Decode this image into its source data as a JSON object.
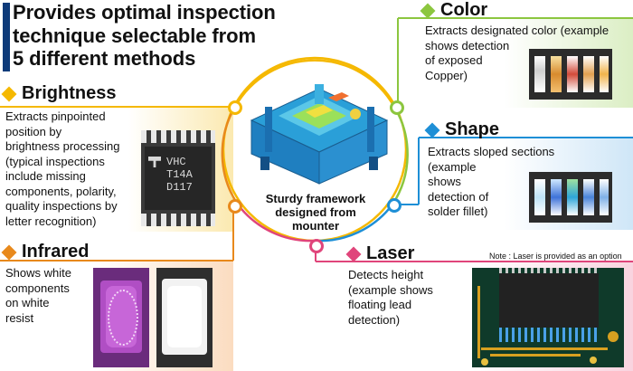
{
  "title": {
    "line1": "Provides optimal inspection",
    "line2": "technique selectable from",
    "line3": "5 different methods"
  },
  "center": {
    "line1": "Sturdy framework",
    "line2": "designed from",
    "line3": "mounter"
  },
  "brightness": {
    "heading": "Brightness",
    "color": "#f5b800",
    "lines": [
      "Extracts pinpointed position by",
      "brightness processing",
      "(typical inspections",
      "include missing",
      "components, polarity,",
      "quality inspections by",
      "letter recognition)"
    ],
    "chip_text": [
      "VHC",
      "T14A",
      "D117"
    ]
  },
  "infrared": {
    "heading": "Infrared",
    "color": "#e8891c",
    "lines": [
      "Shows white",
      "components",
      "on white",
      "resist"
    ]
  },
  "color": {
    "heading": "Color",
    "color": "#8cc63f",
    "lines": [
      "Extracts designated color (example",
      "shows detection",
      "of exposed",
      "Copper)"
    ]
  },
  "shape": {
    "heading": "Shape",
    "color": "#1e8fd6",
    "lines": [
      "Extracts sloped sections",
      "(example",
      "shows",
      "detection of",
      "solder fillet)"
    ]
  },
  "laser": {
    "heading": "Laser",
    "color": "#e0457b",
    "note": "Note : Laser is provided as an option",
    "lines": [
      "Detects height",
      "(example shows",
      "floating lead",
      "detection)"
    ]
  }
}
